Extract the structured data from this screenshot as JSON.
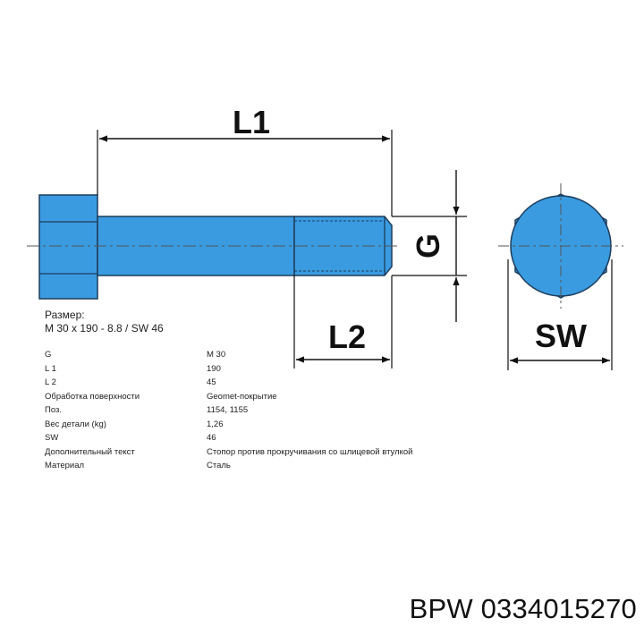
{
  "drawing": {
    "fill_color": "#3a9be0",
    "stroke_color": "#1d3d5c",
    "labels": {
      "l1": "L1",
      "l2": "L2",
      "g": "G",
      "sw": "SW"
    }
  },
  "size": {
    "heading": "Размер:",
    "value": "M 30 x 190 - 8.8 / SW 46"
  },
  "specs": [
    {
      "key": "G",
      "value": "M 30"
    },
    {
      "key": "L 1",
      "value": "190"
    },
    {
      "key": "L 2",
      "value": "45"
    },
    {
      "key": "Обработка поверхности",
      "value": "Geomet-покрытие"
    },
    {
      "key": "Поз.",
      "value": "1154, 1155"
    },
    {
      "key": "Вес детали (kg)",
      "value": "1,26"
    },
    {
      "key": "SW",
      "value": "46"
    },
    {
      "key": "Дополнительный текст",
      "value": "Стопор против прокручивания со шлицевой втулкой"
    },
    {
      "key": "Материал",
      "value": "Сталь"
    }
  ],
  "caption": "BPW 0334015270"
}
